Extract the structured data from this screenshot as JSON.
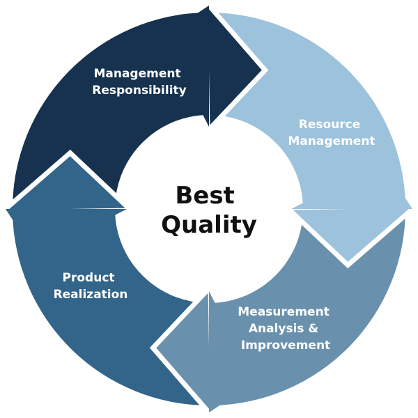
{
  "center": {
    "line1": "Best",
    "line2": "Quality"
  },
  "stages": [
    {
      "lines": [
        "Management",
        "Responsibility"
      ],
      "color": "#16324f"
    },
    {
      "lines": [
        "Resource",
        "Management"
      ],
      "color": "#9cc2dc"
    },
    {
      "lines": [
        "Measurement",
        "Analysis &",
        "Improvement"
      ],
      "color": "#6991ae"
    },
    {
      "lines": [
        "Product",
        "Realization"
      ],
      "color": "#33658a"
    }
  ]
}
